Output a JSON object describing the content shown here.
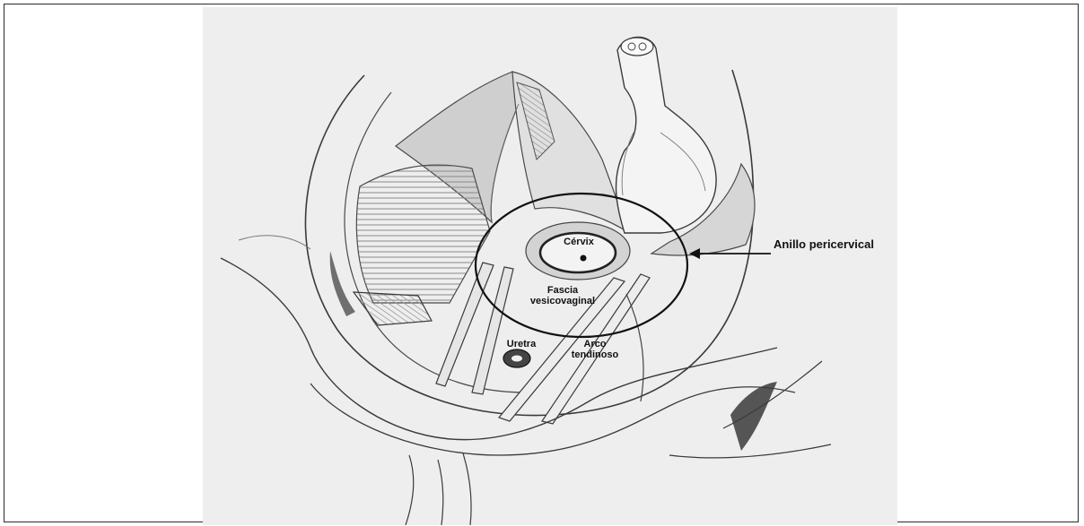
{
  "labels": {
    "cervix": "Cérvix",
    "fascia_line1": "Fascia",
    "fascia_line2": "vesicovaginal",
    "uretra": "Uretra",
    "arco_line1": "Arco",
    "arco_line2": "tendinoso",
    "anillo": "Anillo pericervical"
  },
  "colors": {
    "paper": "#f2f2f2",
    "ink": "#3a3a3a",
    "muscle_shade": "#cfcfcf",
    "dark_shade": "#555555",
    "annotation": "#111111"
  }
}
